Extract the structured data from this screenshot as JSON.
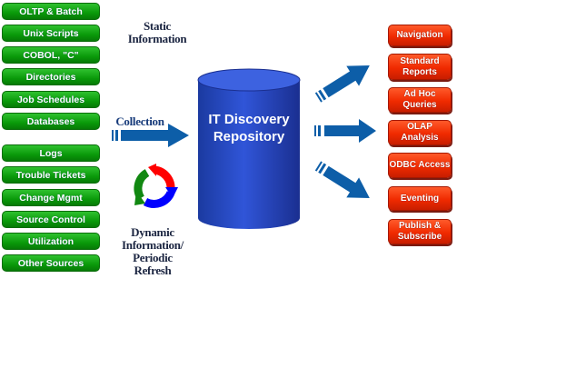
{
  "sources": {
    "static": [
      "OLTP & Batch",
      "Unix Scripts",
      "COBOL, \"C\"",
      "Directories",
      "Job Schedules",
      "Databases"
    ],
    "dynamic": [
      "Logs",
      "Trouble Tickets",
      "Change Mgmt",
      "Source Control",
      "Utilization",
      "Other Sources"
    ]
  },
  "labels": {
    "static_info": "Static Information",
    "collection": "Collection",
    "dynamic_info": "Dynamic Information/ Periodic Refresh"
  },
  "repository": {
    "line1": "IT Discovery",
    "line2": "Repository"
  },
  "outputs": [
    "Navigation",
    "Standard Reports",
    "Ad Hoc Queries",
    "OLAP Analysis",
    "ODBC Access",
    "Eventing",
    "Publish & Subscribe"
  ],
  "colors": {
    "green": "#0a9a0a",
    "red": "#f02a00",
    "blue": "#1a52b8",
    "arrow": "#0d5ea8"
  }
}
